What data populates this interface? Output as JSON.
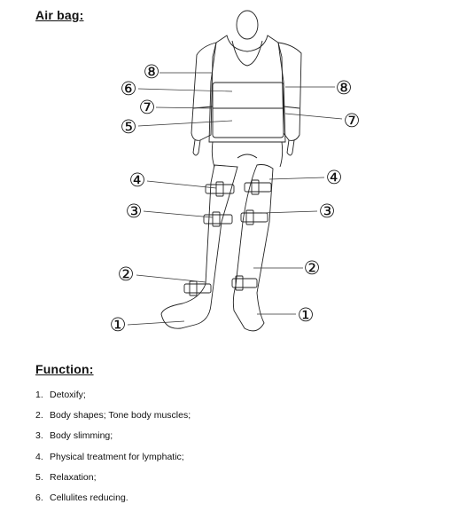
{
  "airbag_heading": "Air bag:",
  "labels": {
    "n1": "①",
    "n2": "②",
    "n3": "③",
    "n4": "④",
    "n5": "⑤",
    "n6": "⑥",
    "n7": "⑦",
    "n8": "⑧"
  },
  "function_heading": "Function:",
  "functions": [
    {
      "num": "1.",
      "text": "Detoxify;"
    },
    {
      "num": "2.",
      "text": "Body shapes; Tone body muscles;"
    },
    {
      "num": "3.",
      "text": "Body slimming;"
    },
    {
      "num": "4.",
      "text": "Physical treatment for lymphatic;"
    },
    {
      "num": "5.",
      "text": "Relaxation;"
    },
    {
      "num": "6.",
      "text": "Cellulites reducing."
    }
  ],
  "colors": {
    "ink": "#111111",
    "paper": "#ffffff"
  }
}
